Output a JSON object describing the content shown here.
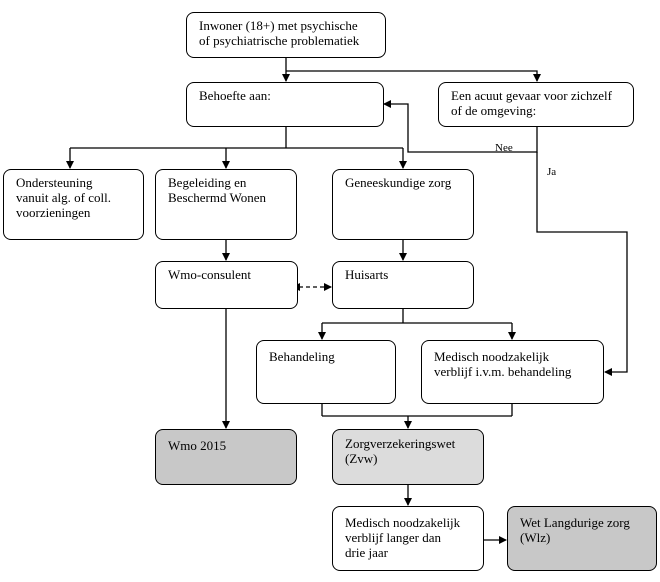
{
  "diagram": {
    "nodes": {
      "inwoner": "Inwoner (18+) met psychische\nof psychiatrische problematiek",
      "behoefte": "Behoefte aan:",
      "gevaar": "Een acuut gevaar voor zichzelf\nof de omgeving:",
      "ondersteuning": "Ondersteuning\nvanuit alg. of coll.\nvoorzieningen",
      "begeleiding": "Begeleiding en\nBeschermd Wonen",
      "geneeskundige": "Geneeskundige zorg",
      "wmo_consulent": "Wmo-consulent",
      "huisarts": "Huisarts",
      "behandeling": "Behandeling",
      "medisch_verblijf": "Medisch noodzakelijk\nverblijf i.v.m. behandeling",
      "wmo2015": "Wmo 2015",
      "zvw": "Zorgverzekeringswet\n(Zvw)",
      "medisch_langer": "Medisch noodzakelijk\nverblijf langer dan\ndrie jaar",
      "wlz": "Wet Langdurige zorg\n(Wlz)"
    },
    "edge_labels": {
      "nee": "Nee",
      "ja": "Ja"
    },
    "colors": {
      "line": "#000000",
      "box_fill": "#ffffff",
      "wmo_fill": "#c8c8c8",
      "zvw_fill": "#dcdcdc",
      "wlz_fill": "#c8c8c8"
    }
  }
}
